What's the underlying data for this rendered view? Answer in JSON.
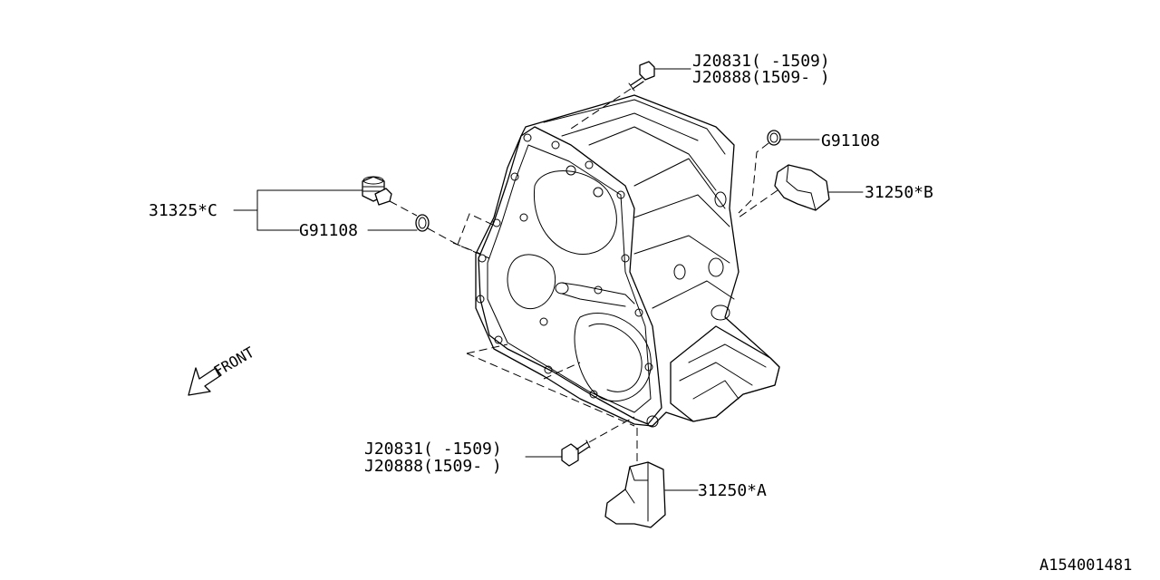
{
  "callouts": {
    "bolt_top_1": "J20831( -1509)",
    "bolt_top_2": "J20888(1509- )",
    "gasket_right": "G91108",
    "bracket_b": "31250*B",
    "plug_c": "31325*C",
    "gasket_left": "G91108",
    "bolt_bottom_1": "J20831( -1509)",
    "bolt_bottom_2": "J20888(1509- )",
    "bracket_a": "31250*A"
  },
  "front_label": "FRONT",
  "diagram_id": "A154001481"
}
